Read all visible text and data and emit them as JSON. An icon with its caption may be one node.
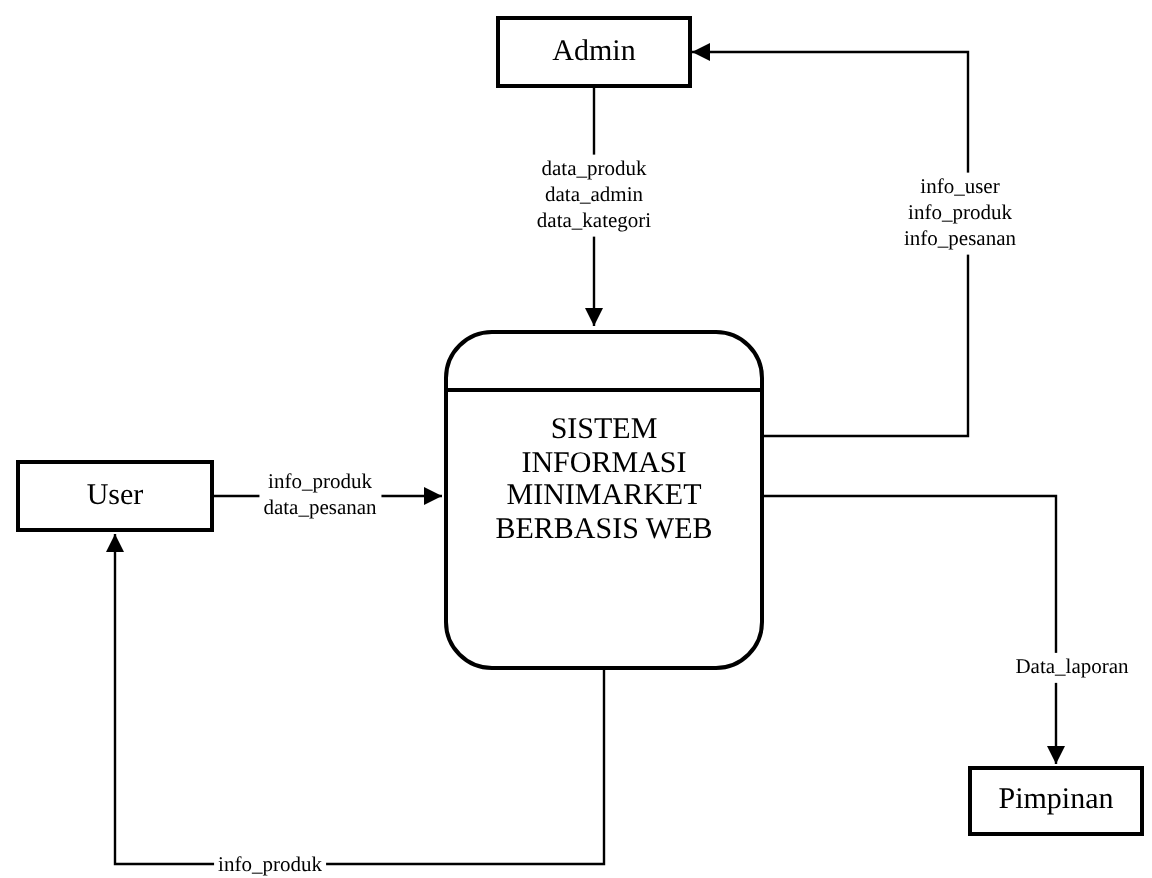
{
  "diagram": {
    "nodes": [
      {
        "text": [
          "Admin"
        ]
      },
      {
        "text": [
          "SISTEM INFORMASI MINIMARKET BERBASIS WEB"
        ]
      },
      {
        "text": [
          "User"
        ]
      },
      {
        "text": [
          "Pimpinan"
        ]
      }
    ],
    "edges": [
      {
        "from": 0,
        "to": 1,
        "arrow": "to",
        "label": "data_produk data_admin data_kategori"
      },
      {
        "from": 1,
        "to": 0,
        "arrow": "to",
        "label": "info_user info_produk info_pesanan"
      },
      {
        "from": 2,
        "to": 1,
        "arrow": "to",
        "label": "info_produk data_pesanan"
      },
      {
        "from": 1,
        "to": 3,
        "arrow": "to",
        "label": "Data_laporan"
      },
      {
        "from": 1,
        "to": 2,
        "arrow": "to",
        "label": "info_produk"
      }
    ]
  }
}
